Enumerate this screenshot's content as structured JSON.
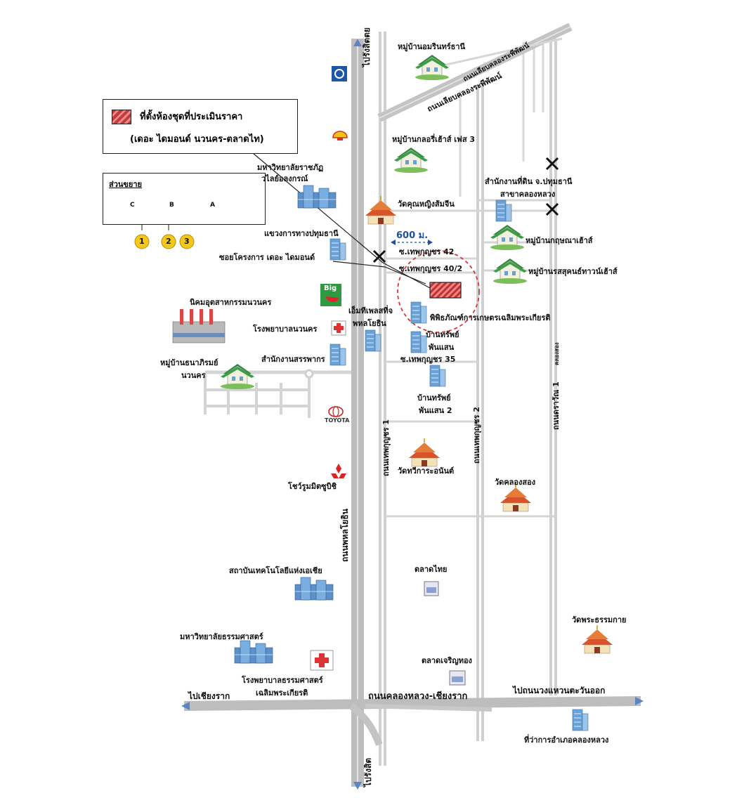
{
  "legend": {
    "line1": "ที่ตั้งห้องชุดที่ประเมินราคา",
    "line2": "(เดอะ ไดมอนด์ นวนคร-ตลาดไท)"
  },
  "detail": {
    "title": "ส่วนขยาย",
    "block_c": "C",
    "block_b": "B",
    "block_a": "A",
    "num_1": "1",
    "num_2": "2",
    "num_3": "3"
  },
  "directions": {
    "north": "ไปรังสิตตย",
    "south": "ไปรังสิต",
    "west": "ไปเชียงราก",
    "east": "ไปถนนวงแหวนตะวันออก"
  },
  "roads": {
    "phahon": "ถนนพหลโยธิน",
    "thephakun1": "ถนนเทพกุญชร 1",
    "thephakun2": "ถนนเทพกุญชร 2",
    "khlong_rangsit": "ถนนเลียบคลองระพีพัฒน์",
    "khlong_rangsit2": "ถนนเลียบคลองระพีพัฒน์",
    "khlongluang": "ถนนคลองหลวง-เชียงราก",
    "rawin": "ถนนดราวัณ 1",
    "khlong_small": "คลองสอง"
  },
  "sois": {
    "soi42": "ซ.เทพกุญชร 42",
    "soi40_2": "ซ.เทพกุญชร 40/2",
    "soi35": "ซ.เทพกุญชร 35",
    "project_soi": "ซอยโครงการ เดอะ ไดมอนด์",
    "distance": "600 ม."
  },
  "places": {
    "amarin": "หมู่บ้านอมรินทร์ธานี",
    "glory": "หมู่บ้านกลอรี่เฮ้าส์ เฟส 3",
    "valaya_1": "มหาวิทยาลัยราชภัฏ",
    "valaya_2": "วไลย์อลงกรณ์",
    "land_office_1": "สำนักงานที่ดิน จ.ปทุมธานี",
    "land_office_2": "สาขาคลองหลวง",
    "wat_khun": "วัดคุณหญิงส้มจีน",
    "highway": "แขวงการทางปทุมธานี",
    "kritsana": "หมู่บ้านกฤษณาเฮ้าส์",
    "rassukon": "หมู่บ้านรสสุคนธ์ทาวน์เฮ้าส์",
    "navanakorn_ind": "นิคมอุตสาหกรรมนวนคร",
    "nava_hospital": "โรงพยาบาลนวนคร",
    "tax_office": "สำนักงานสรรพากร",
    "anaphirom_1": "หมู่บ้านธนาภิรมย์",
    "anaphirom_2": "นวนคร",
    "tesco_1": "เอ็มทีเพลสที่จ",
    "tesco_2": "พหลโยธิน",
    "museum": "พิพิธภัณฑ์การเกษตรเฉลิมพระเกียรติ",
    "phansaen1_1": "บ้านทรัพย์",
    "phansaen1_2": "พันแสน",
    "phansaen2_1": "บ้านทรัพย์",
    "phansaen2_2": "พันแสน 2",
    "toyota": "TOYOTA",
    "big": "Big",
    "wat_thawi": "วัดทวีการะอนันต์",
    "mitsubishi": "โชว์รูมมิตซูบิชิ",
    "wat_khlongsong": "วัดคลองสอง",
    "ait": "สถาบันเทคโนโลยีแห่งเอเชีย",
    "talat_thai": "ตลาดไทย",
    "wat_dhamma": "วัดพระธรรมกาย",
    "tu": "มหาวิทยาลัยธรรมศาสตร์",
    "tu_hosp_1": "โรงพยาบาลธรรมศาสตร์",
    "tu_hosp_2": "เฉลิมพระเกียรติ",
    "talat_charoen": "ตลาดเจริญทอง",
    "amphoe": "ที่ว่าการอำเภอคลองหลวง"
  }
}
